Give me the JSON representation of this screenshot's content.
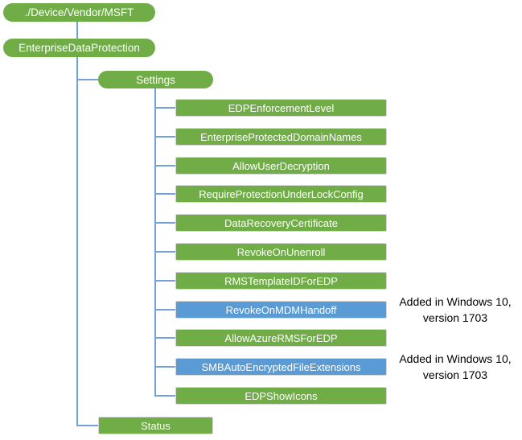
{
  "colors": {
    "node_green": "#70AD47",
    "node_blue": "#5B9BD5",
    "connector_blue": "#74A2D8",
    "node_border": "#D6D6D6",
    "node_text": "#FFFFFF",
    "annotation_text": "#000000"
  },
  "tree": {
    "root": "./Device/Vendor/MSFT",
    "provider": "EnterpriseDataProtection",
    "settings": "Settings",
    "status": "Status",
    "settings_children": [
      {
        "label": "EDPEnforcementLevel",
        "style": "green"
      },
      {
        "label": "EnterpriseProtectedDomainNames",
        "style": "green"
      },
      {
        "label": "AllowUserDecryption",
        "style": "green"
      },
      {
        "label": "RequireProtectionUnderLockConfig",
        "style": "green"
      },
      {
        "label": "DataRecoveryCertificate",
        "style": "green"
      },
      {
        "label": "RevokeOnUnenroll",
        "style": "green"
      },
      {
        "label": "RMSTemplateIDForEDP",
        "style": "green"
      },
      {
        "label": "RevokeOnMDMHandoff",
        "style": "blue",
        "annotation": [
          "Added in Windows 10,",
          "version 1703"
        ]
      },
      {
        "label": "AllowAzureRMSForEDP",
        "style": "green"
      },
      {
        "label": "SMBAutoEncryptedFileExtensions",
        "style": "blue",
        "annotation": [
          "Added in Windows 10,",
          "version 1703"
        ]
      },
      {
        "label": "EDPShowIcons",
        "style": "green"
      }
    ]
  }
}
